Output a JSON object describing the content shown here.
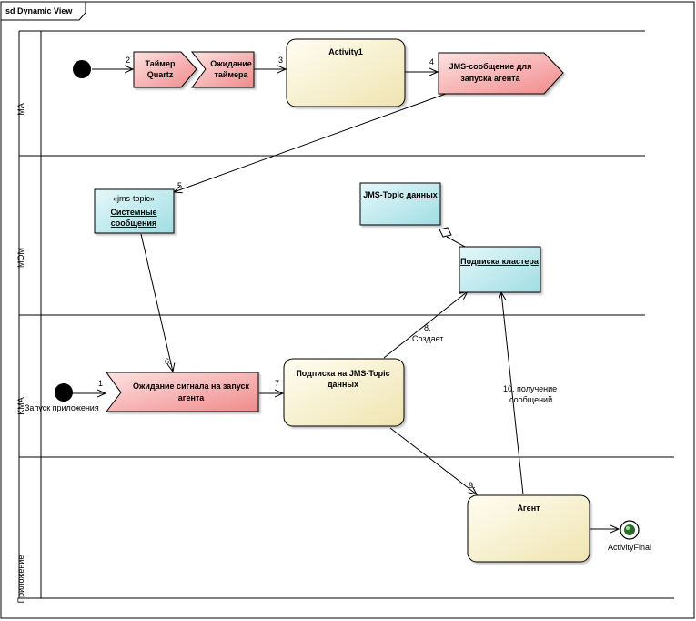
{
  "frame": {
    "title": "sd Dynamic View"
  },
  "lanes": {
    "ma": "MA",
    "mom": "MOM",
    "kma": "KMA",
    "app": "Приложение"
  },
  "nodes": {
    "timer": [
      "Таймер",
      "Quartz"
    ],
    "waiting_timer": [
      "Ожидание",
      "таймера"
    ],
    "activity1": "Activity1",
    "jms_message": [
      "JMS-сообщение для",
      "запуска агента"
    ],
    "system_topic": {
      "stereotype": "«jms-topic»",
      "lines": [
        "Системные",
        "сообщения"
      ]
    },
    "jms_topic_data": "JMS-Topic данных",
    "cluster_sub": "Подписка кластера",
    "wait_signal": [
      "Ожидание сигнала на запуск",
      "агента"
    ],
    "jms_sub": [
      "Подписка на JMS-Topic",
      "данных"
    ],
    "agent": "Агент",
    "app_start_label": "Запуск приложения",
    "final_label": "ActivityFinal"
  },
  "edges": {
    "e1": "1",
    "e2": "2",
    "e3": "3",
    "e4": "4",
    "e5": "5.",
    "e6": "6.",
    "e7": "7",
    "e8": [
      "8.",
      "Создает"
    ],
    "e9": "9.",
    "e10": [
      "10. получение",
      "сообщений"
    ]
  },
  "colors": {
    "pink": "#f4a8a8",
    "cyan": "#b8e8ec",
    "cream": "#f6efc8"
  }
}
